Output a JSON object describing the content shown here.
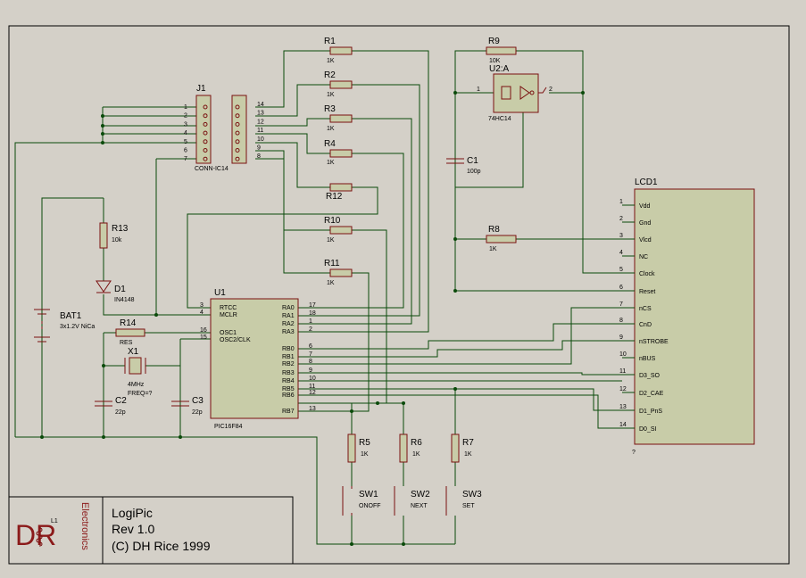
{
  "title_block": {
    "company_letters": "DR",
    "company_word": "Electronics",
    "coil_label": "L1",
    "project": "LogiPic",
    "revision": "Rev 1.0",
    "copyright": "(C) DH Rice 1999"
  },
  "components": {
    "J1": {
      "ref": "J1",
      "value": "CONN-IC14",
      "left_pins": [
        "1",
        "2",
        "3",
        "4",
        "5",
        "6",
        "7"
      ],
      "right_pins": [
        "14",
        "13",
        "12",
        "11",
        "10",
        "9",
        "8"
      ]
    },
    "R1": {
      "ref": "R1",
      "value": "1K"
    },
    "R2": {
      "ref": "R2",
      "value": "1K"
    },
    "R3": {
      "ref": "R3",
      "value": "1K"
    },
    "R4": {
      "ref": "R4",
      "value": "1K"
    },
    "R12": {
      "ref": "R12",
      "value": ""
    },
    "R10": {
      "ref": "R10",
      "value": "1K"
    },
    "R11": {
      "ref": "R11",
      "value": "1K"
    },
    "R9": {
      "ref": "R9",
      "value": "10K"
    },
    "R8": {
      "ref": "R8",
      "value": "1K"
    },
    "R13": {
      "ref": "R13",
      "value": "10k"
    },
    "R14": {
      "ref": "R14",
      "value": "RES"
    },
    "R5": {
      "ref": "R5",
      "value": "1K"
    },
    "R6": {
      "ref": "R6",
      "value": "1K"
    },
    "R7": {
      "ref": "R7",
      "value": "1K"
    },
    "U2A": {
      "ref": "U2:A",
      "value": "74HC14",
      "pin_in": "1",
      "pin_out": "2"
    },
    "C1": {
      "ref": "C1",
      "value": "100p"
    },
    "C2": {
      "ref": "C2",
      "value": "22p"
    },
    "C3": {
      "ref": "C3",
      "value": "22p"
    },
    "D1": {
      "ref": "D1",
      "value": "IN4148"
    },
    "BAT1": {
      "ref": "BAT1",
      "value": "3x1.2V NiCa"
    },
    "X1": {
      "ref": "X1",
      "value": "4MHz",
      "freq": "FREQ=?"
    },
    "U1": {
      "ref": "U1",
      "value": "PIC16F84",
      "left_pins": [
        {
          "num": "3",
          "name": "RTCC"
        },
        {
          "num": "4",
          "name": "MCLR"
        },
        {
          "num": "16",
          "name": "OSC1"
        },
        {
          "num": "15",
          "name": "OSC2/CLK"
        }
      ],
      "right_pins": [
        {
          "num": "17",
          "name": "RA0"
        },
        {
          "num": "18",
          "name": "RA1"
        },
        {
          "num": "1",
          "name": "RA2"
        },
        {
          "num": "2",
          "name": "RA3"
        },
        {
          "num": "6",
          "name": "RB0"
        },
        {
          "num": "7",
          "name": "RB1"
        },
        {
          "num": "8",
          "name": "RB2"
        },
        {
          "num": "9",
          "name": "RB3"
        },
        {
          "num": "10",
          "name": "RB4"
        },
        {
          "num": "11",
          "name": "RB5"
        },
        {
          "num": "12",
          "name": "RB6"
        },
        {
          "num": "13",
          "name": "RB7"
        }
      ]
    },
    "LCD1": {
      "ref": "LCD1",
      "footer": "?",
      "pins": [
        {
          "num": "1",
          "name": "Vdd"
        },
        {
          "num": "2",
          "name": "Gnd"
        },
        {
          "num": "3",
          "name": "Vlcd"
        },
        {
          "num": "4",
          "name": "NC"
        },
        {
          "num": "5",
          "name": "Clock"
        },
        {
          "num": "6",
          "name": "Reset"
        },
        {
          "num": "7",
          "name": "nCS"
        },
        {
          "num": "8",
          "name": "CnD"
        },
        {
          "num": "9",
          "name": "nSTROBE"
        },
        {
          "num": "10",
          "name": "nBUS"
        },
        {
          "num": "11",
          "name": "D3_SO"
        },
        {
          "num": "12",
          "name": "D2_CAE"
        },
        {
          "num": "13",
          "name": "D1_PnS"
        },
        {
          "num": "14",
          "name": "D0_SI"
        }
      ]
    },
    "SW1": {
      "ref": "SW1",
      "value": "ONOFF"
    },
    "SW2": {
      "ref": "SW2",
      "value": "NEXT"
    },
    "SW3": {
      "ref": "SW3",
      "value": "SET"
    }
  },
  "colors": {
    "background": "#d4d0c8",
    "wire": "#0a4a0a",
    "component": "#7a1010",
    "body_fill": "#c8cca8",
    "logo": "#8b1a1a"
  }
}
